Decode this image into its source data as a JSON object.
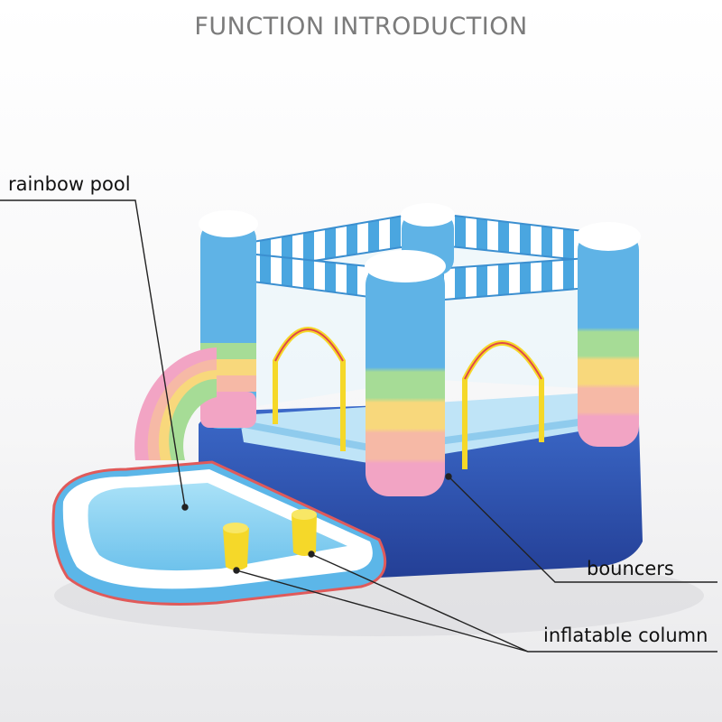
{
  "title": "FUNCTION INTRODUCTION",
  "callouts": {
    "rainbow_pool": "rainbow pool",
    "bouncers": "bouncers",
    "inflatable_column": "inflatable column"
  },
  "colors": {
    "column_blue": "#5fb3e6",
    "roof_blue": "#4aa6e0",
    "base_blue": "#2f56b5",
    "pool_water": "#8fd4f3",
    "column_yellow": "#f5d829",
    "rainbow": [
      "#f2a4c4",
      "#f6b9a6",
      "#f8d87c",
      "#a6dc96",
      "#9fd4f0"
    ]
  }
}
